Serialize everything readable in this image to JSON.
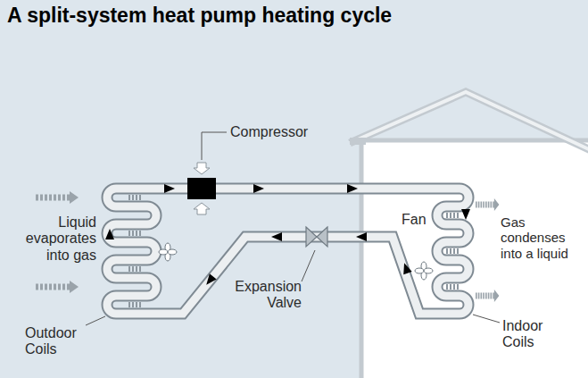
{
  "diagram": {
    "title": "A split-system heat pump heating cycle",
    "labels": [
      "Compressor",
      "Liquid evaporates into gas",
      "Fan",
      "Gas condenses into a liquid",
      "Expansion Valve",
      "Outdoor Coils",
      "Indoor Coils"
    ]
  }
}
